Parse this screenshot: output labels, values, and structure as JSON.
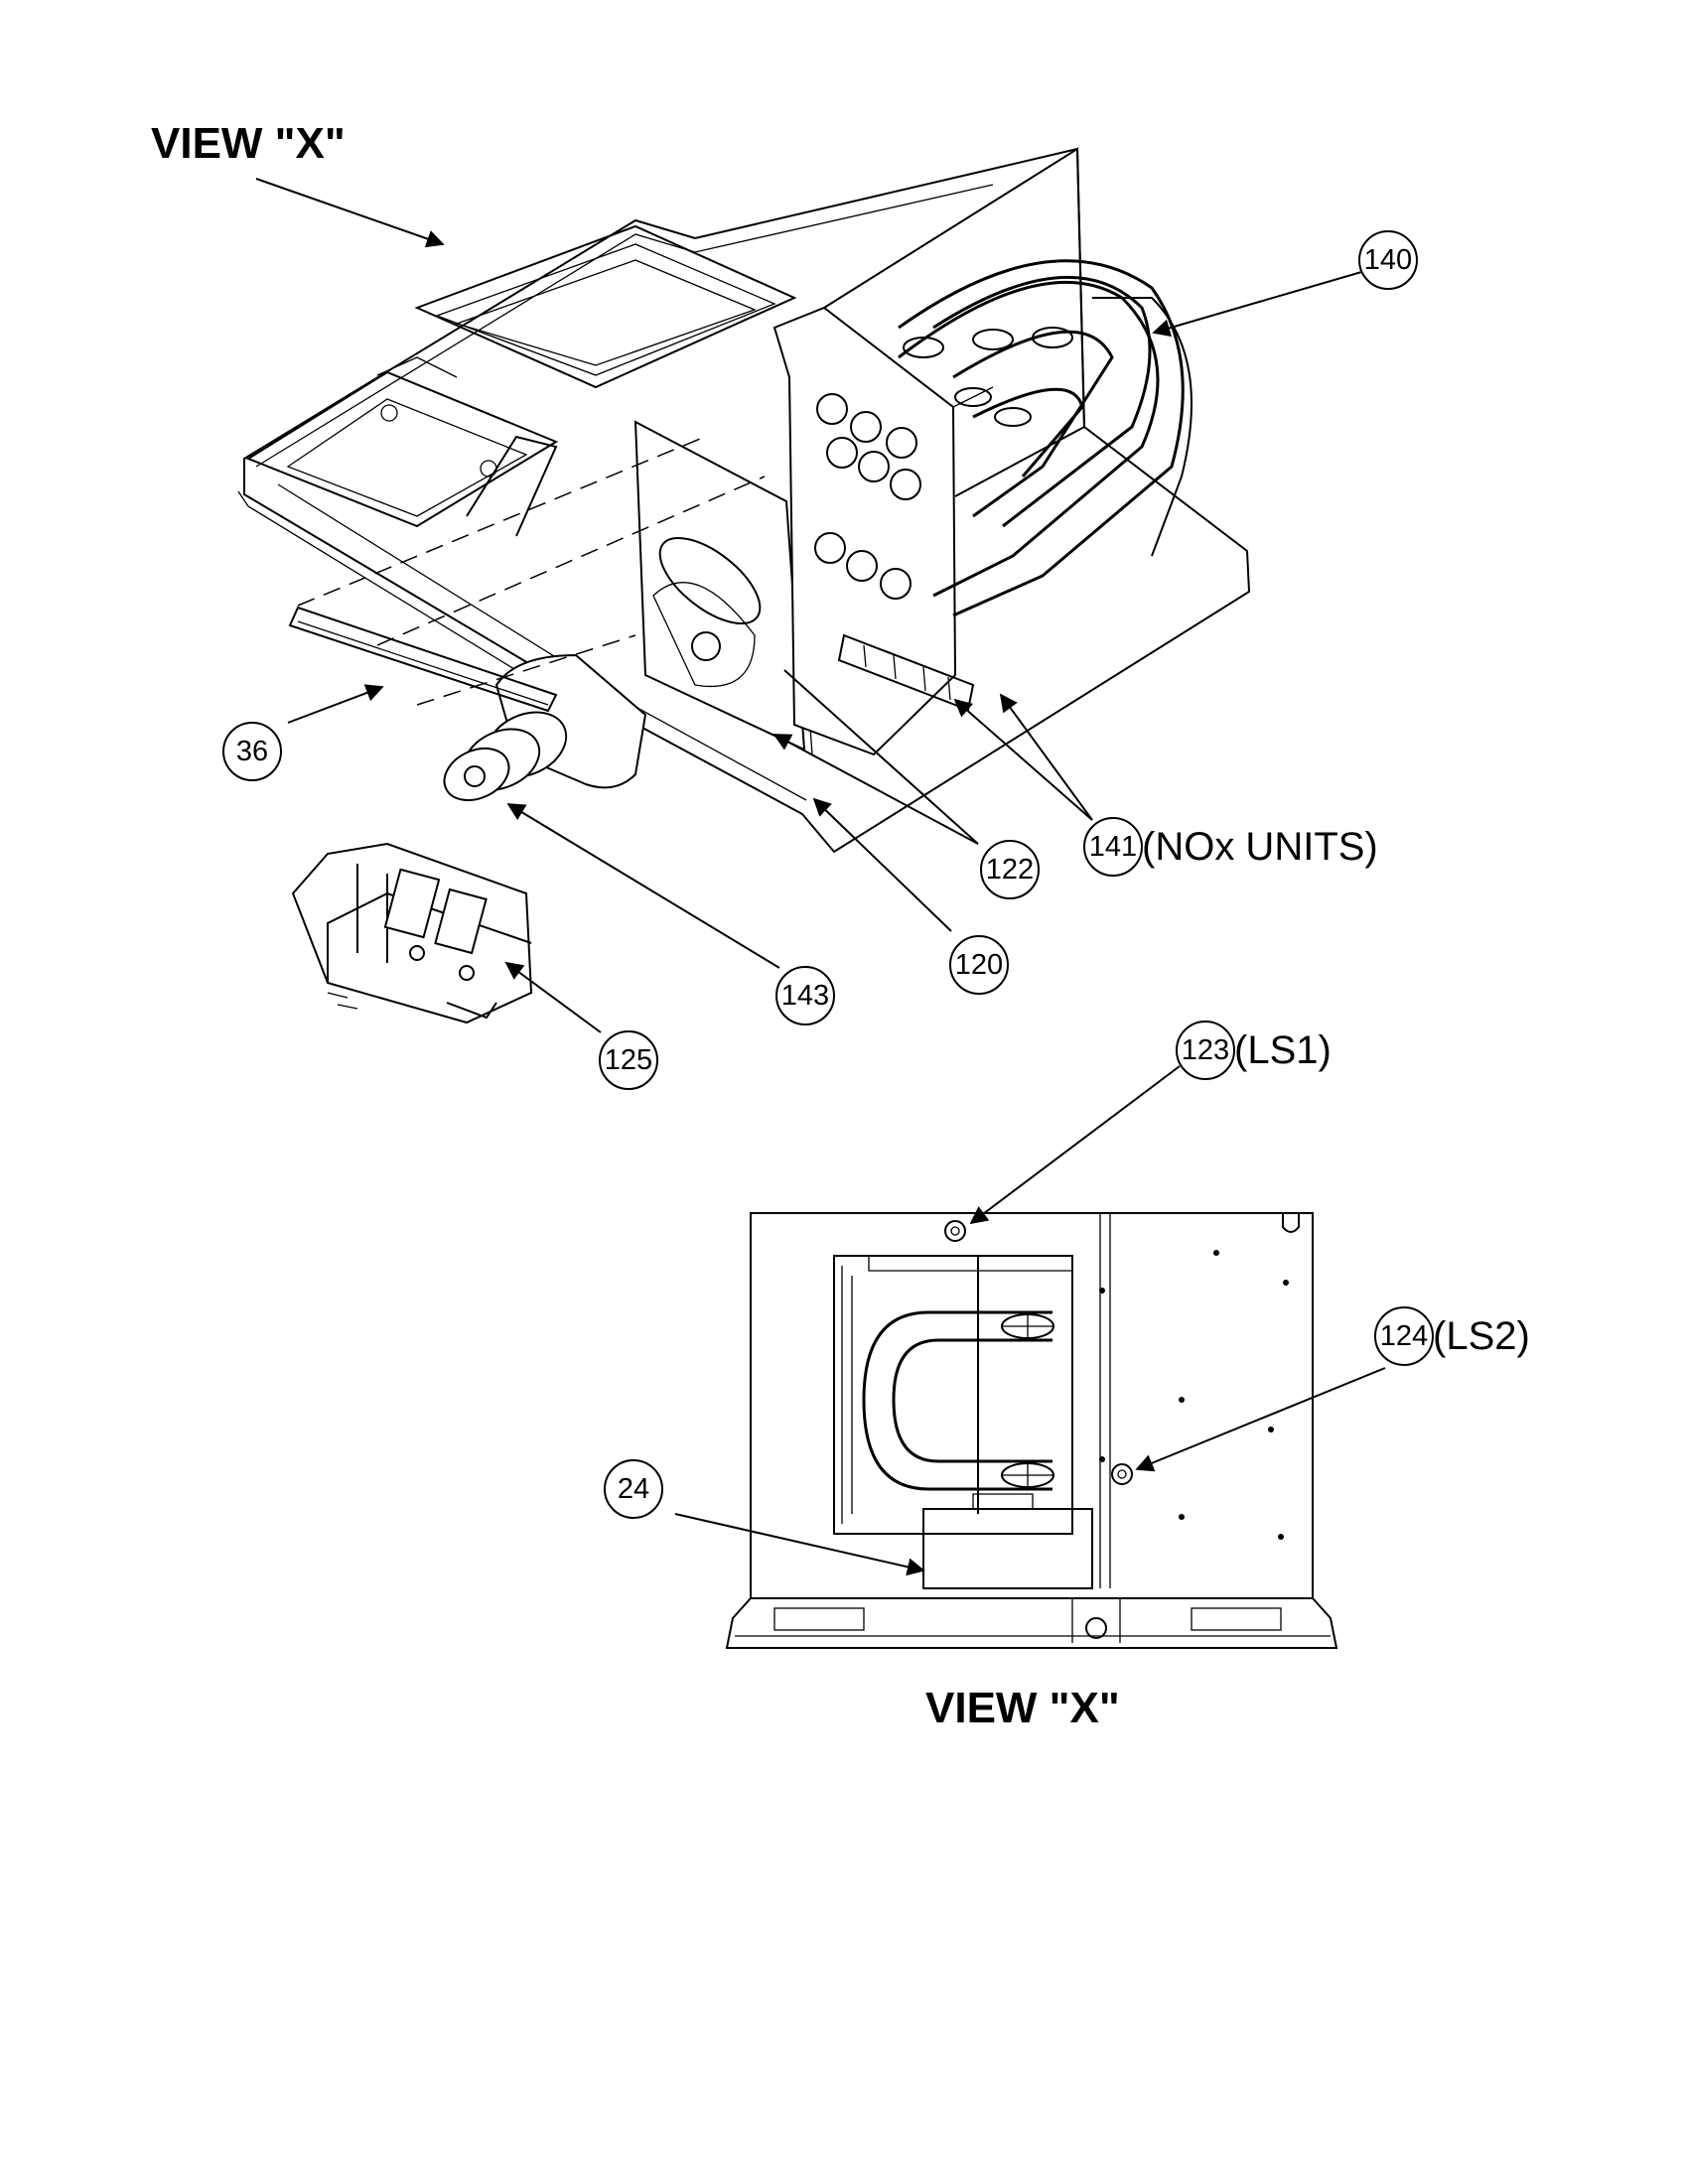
{
  "top_title": "VIEW \"X\"",
  "bottom_title": "VIEW \"X\"",
  "callouts": {
    "c140": {
      "num": "140",
      "suffix": ""
    },
    "c36": {
      "num": "36",
      "suffix": ""
    },
    "c122": {
      "num": "122",
      "suffix": ""
    },
    "c141": {
      "num": "141",
      "suffix": "(NOx UNITS)"
    },
    "c120": {
      "num": "120",
      "suffix": ""
    },
    "c143": {
      "num": "143",
      "suffix": ""
    },
    "c125": {
      "num": "125",
      "suffix": ""
    },
    "c123": {
      "num": "123",
      "suffix": "(LS1)"
    },
    "c124": {
      "num": "124",
      "suffix": "(LS2)"
    },
    "c24": {
      "num": "24",
      "suffix": ""
    }
  }
}
